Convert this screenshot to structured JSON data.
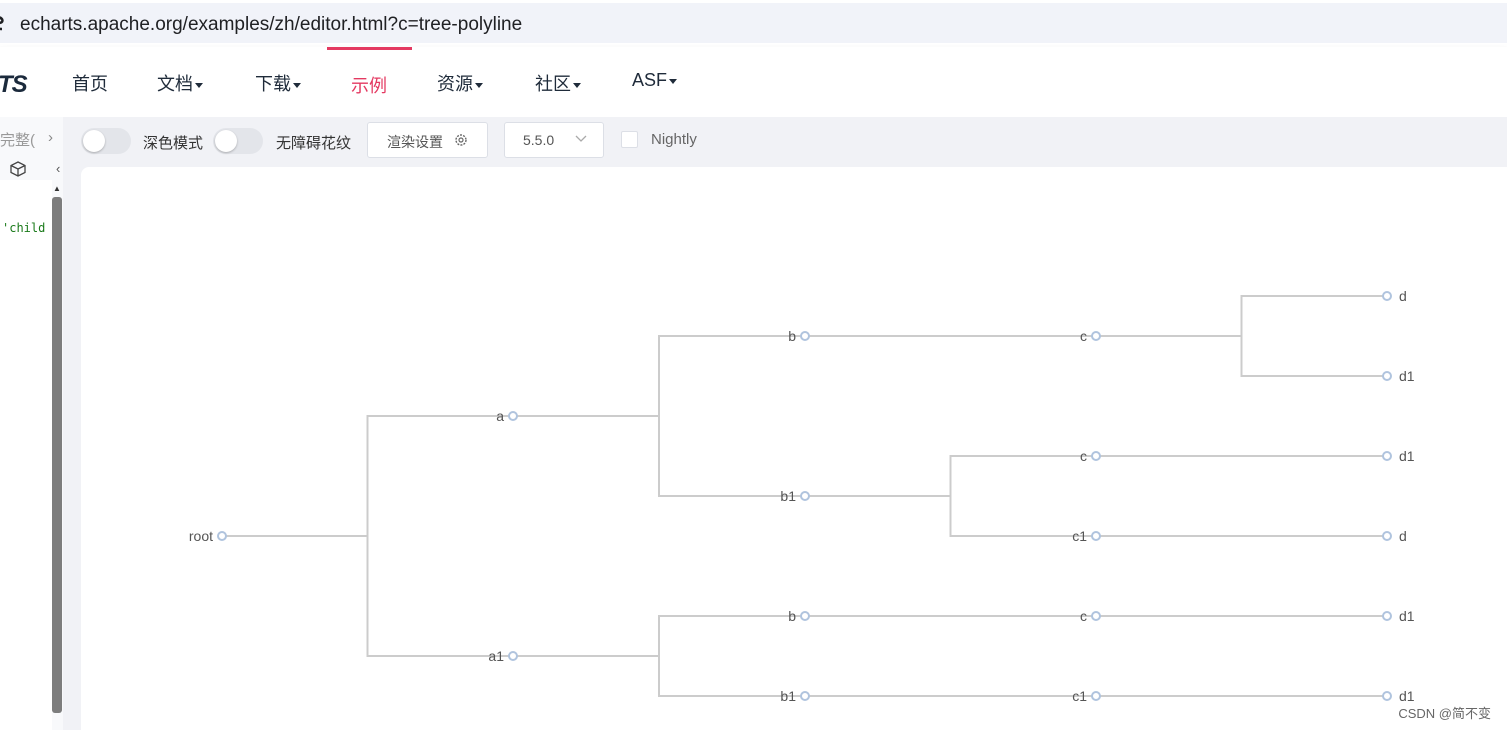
{
  "browser": {
    "url": "echarts.apache.org/examples/zh/editor.html?c=tree-polyline"
  },
  "nav": {
    "logo": "TS",
    "items": [
      {
        "label": "首页",
        "dropdown": false
      },
      {
        "label": "文档",
        "dropdown": true
      },
      {
        "label": "下载",
        "dropdown": true
      },
      {
        "label": "示例",
        "dropdown": false,
        "active": true
      },
      {
        "label": "资源",
        "dropdown": true
      },
      {
        "label": "社区",
        "dropdown": true
      },
      {
        "label": "ASF",
        "dropdown": true
      }
    ],
    "active_color": "#e43961"
  },
  "left_panel": {
    "tab_label": "完整(",
    "code_snippet": "'child"
  },
  "toolbar": {
    "dark_mode_label": "深色模式",
    "aria_label": "无障碍花纹",
    "render_settings_label": "渲染设置",
    "version_value": "5.5.0",
    "nightly_label": "Nightly"
  },
  "chart_data": {
    "type": "tree",
    "layout": "orthogonal",
    "edge_shape": "polyline",
    "orient": "LR",
    "node_symbol": "emptyCircle",
    "line_color": "#cccccc",
    "node_color": "#b0c4de",
    "tree": {
      "name": "root",
      "children": [
        {
          "name": "a",
          "children": [
            {
              "name": "b",
              "children": [
                {
                  "name": "c",
                  "children": [
                    {
                      "name": "d"
                    },
                    {
                      "name": "d1"
                    }
                  ]
                }
              ]
            },
            {
              "name": "b1",
              "children": [
                {
                  "name": "c",
                  "children": [
                    {
                      "name": "d1"
                    }
                  ]
                },
                {
                  "name": "c1",
                  "children": [
                    {
                      "name": "d"
                    }
                  ]
                }
              ]
            }
          ]
        },
        {
          "name": "a1",
          "children": [
            {
              "name": "b",
              "children": [
                {
                  "name": "c",
                  "children": [
                    {
                      "name": "d1"
                    }
                  ]
                }
              ]
            },
            {
              "name": "b1",
              "children": [
                {
                  "name": "c1",
                  "children": [
                    {
                      "name": "d1"
                    }
                  ]
                }
              ]
            }
          ]
        }
      ]
    }
  },
  "watermark": "CSDN @简不变"
}
